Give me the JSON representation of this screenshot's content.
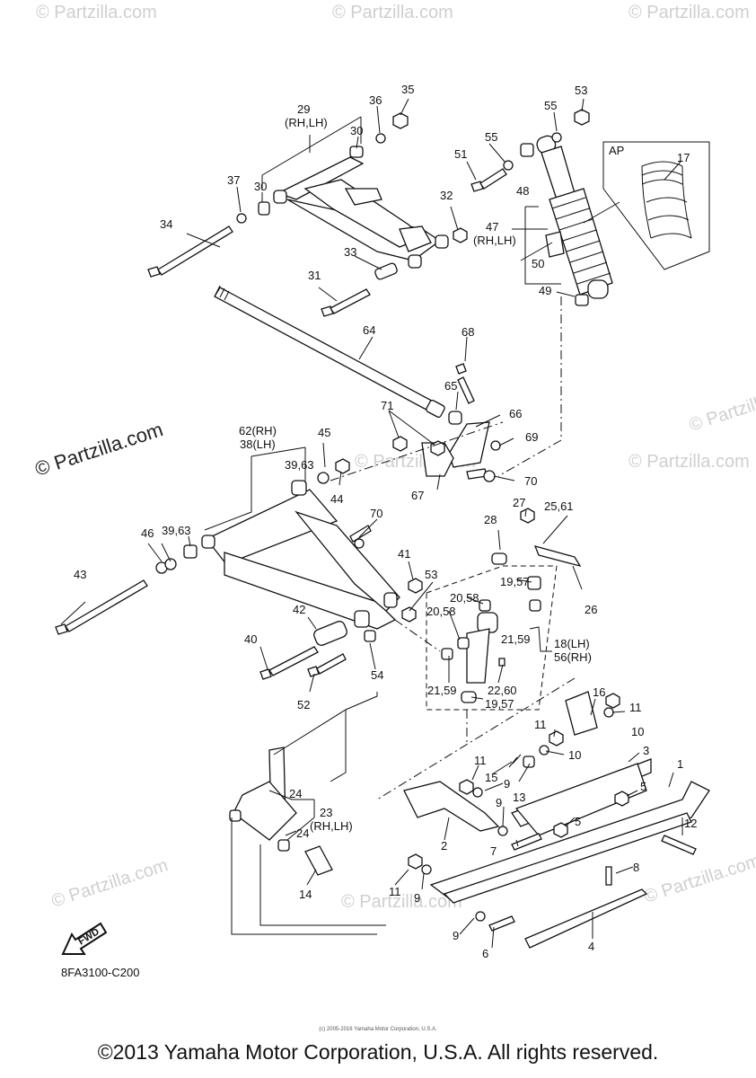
{
  "diagram": {
    "watermarks": [
      "© Partzilla.com",
      "© Partzilla.com",
      "© Partzilla.com",
      "© Partzilla.com",
      "© Partzilla.com",
      "© Partzilla.com",
      "© Partzilla.com",
      "© Partzilla.com",
      "© Partzilla.com"
    ],
    "main_watermark": "© Partzilla.com",
    "callouts": [
      "35",
      "36",
      "29",
      "(RH,LH)",
      "30",
      "30",
      "37",
      "34",
      "32",
      "33",
      "31",
      "55",
      "53",
      "51",
      "55",
      "48",
      "47",
      "(RH,LH)",
      "50",
      "49",
      "AP",
      "17",
      "64",
      "68",
      "65",
      "66",
      "69",
      "71",
      "67",
      "70",
      "62(RH)",
      "38(LH)",
      "45",
      "39,63",
      "44",
      "70",
      "39,63",
      "46",
      "43",
      "28",
      "27",
      "25,61",
      "26",
      "41",
      "53",
      "42",
      "40",
      "52",
      "54",
      "19,57",
      "20,58",
      "20,58",
      "21,59",
      "18(LH)",
      "56(RH)",
      "21,59",
      "22,60",
      "19,57",
      "16",
      "11",
      "10",
      "11",
      "10",
      "3",
      "1",
      "11",
      "15",
      "9",
      "13",
      "5",
      "24",
      "23",
      "(RH,LH)",
      "24",
      "9",
      "2",
      "7",
      "5",
      "12",
      "8",
      "14",
      "11",
      "9",
      "4",
      "9",
      "6"
    ],
    "fwd_label": "FWD",
    "figure_code": "8FA3100-C200"
  },
  "footer": {
    "small_copyright": "(c) 2005-2016 Yamaha Motor Corporation, U.S.A.",
    "copyright": "©2013 Yamaha Motor Corporation, U.S.A. All rights reserved."
  }
}
